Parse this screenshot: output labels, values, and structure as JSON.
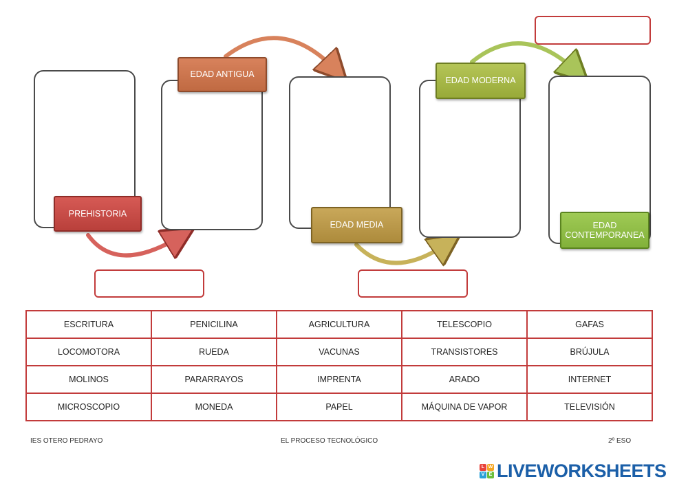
{
  "stages": [
    {
      "name": "PREHISTORIA"
    },
    {
      "name": "EDAD ANTIGUA"
    },
    {
      "name": "EDAD MEDIA"
    },
    {
      "name": "EDAD MODERNA"
    },
    {
      "name": "EDAD CONTEMPORANEA"
    }
  ],
  "words": [
    [
      "ESCRITURA",
      "PENICILINA",
      "AGRICULTURA",
      "TELESCOPIO",
      "GAFAS"
    ],
    [
      "LOCOMOTORA",
      "RUEDA",
      "VACUNAS",
      "TRANSISTORES",
      "BRÚJULA"
    ],
    [
      "MOLINOS",
      "PARARRAYOS",
      "IMPRENTA",
      "ARADO",
      "INTERNET"
    ],
    [
      "MICROSCOPIO",
      "MONEDA",
      "PAPEL",
      "MÁQUINA DE VAPOR",
      "TELEVISIÓN"
    ]
  ],
  "footer": {
    "left": "IES OTERO PEDRAYO",
    "center": "EL PROCESO TECNOLÓGICO",
    "right": "2º ESO"
  },
  "brand": {
    "name": "LIVEWORKSHEETS",
    "icon_letters": [
      "L",
      "W",
      "V",
      "E"
    ],
    "icon_colors": [
      "#e8433b",
      "#f5a623",
      "#2aa1d8",
      "#6cbf3c"
    ],
    "text_color": "#1b5fa8"
  },
  "colors": {
    "arrow_prehistoria": "#d6625c",
    "arrow_antigua": "#d8825c",
    "arrow_media": "#c7b25a",
    "arrow_moderna": "#a9c45a",
    "answer_border": "#c23b3b"
  }
}
